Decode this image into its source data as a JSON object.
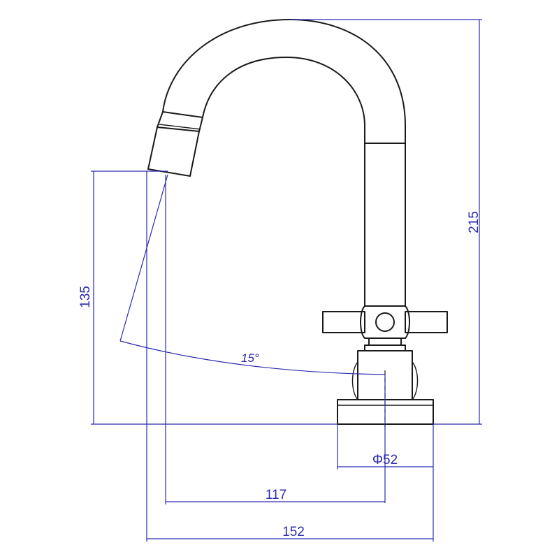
{
  "dimensions": {
    "height_total": "215",
    "spout_height": "135",
    "angle": "15°",
    "base_diameter": "Φ52",
    "spout_reach": "117",
    "overall_width": "152"
  },
  "colors": {
    "outline": "#1a1a1a",
    "dimension": "#2a2bb0"
  }
}
